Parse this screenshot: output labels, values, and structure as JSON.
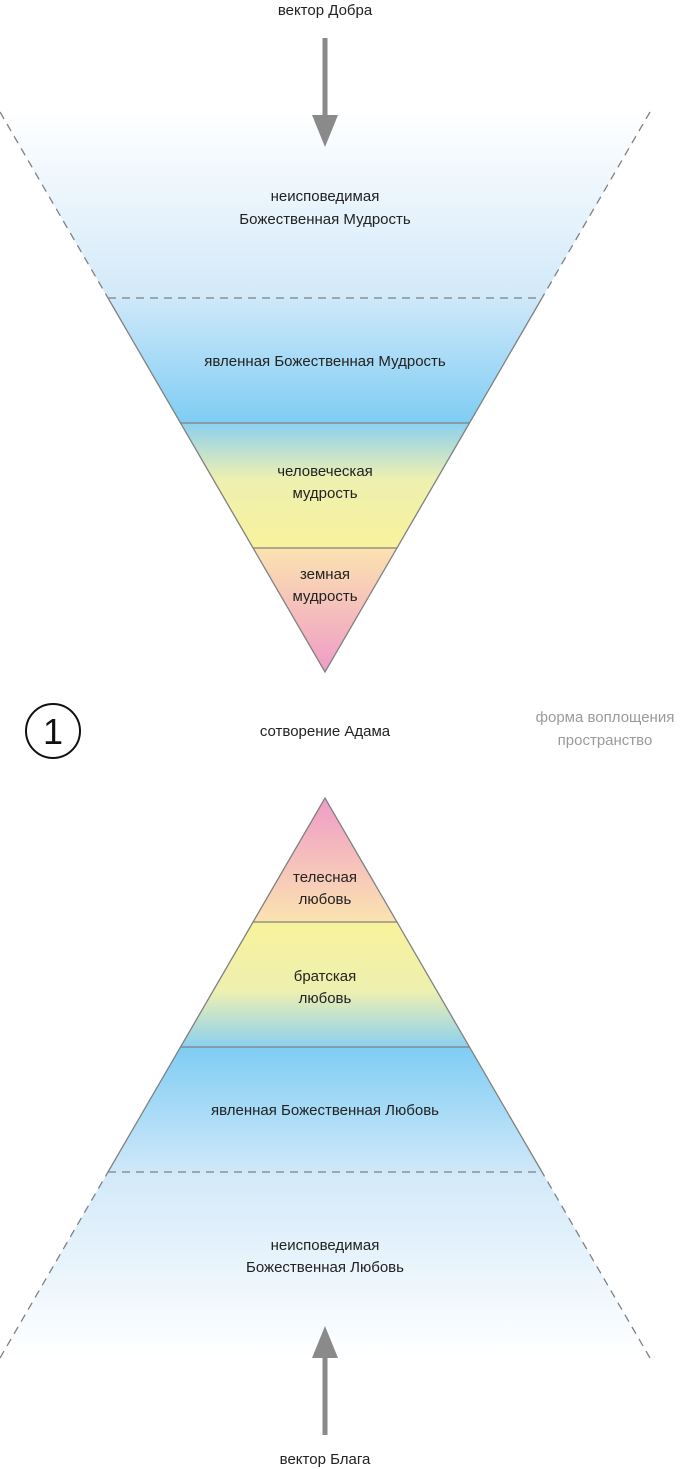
{
  "top": {
    "vector_label": "вектор Добра",
    "levels": [
      {
        "line1": "неисповедимая",
        "line2": "Божественная Мудрость"
      },
      {
        "line1": "явленная Божественная Мудрость"
      },
      {
        "line1": "человеческая",
        "line2": "мудрость"
      },
      {
        "line1": "земная",
        "line2": "мудрость"
      }
    ]
  },
  "middle": {
    "number": "1",
    "title": "сотворение Адама",
    "side_line1": "форма воплощения",
    "side_line2": "пространство"
  },
  "bottom": {
    "levels": [
      {
        "line1": "телесная",
        "line2": "любовь"
      },
      {
        "line1": "братская",
        "line2": "любовь"
      },
      {
        "line1": "явленная Божественная Любовь"
      },
      {
        "line1": "неисповедимая",
        "line2": "Божественная Любовь"
      }
    ],
    "vector_label": "вектор Блага"
  },
  "colors": {
    "blue": "#7fcdf4",
    "pale_blue": "#d4eaf9",
    "yellow": "#f6f0a0",
    "pink": "#f0a0c8",
    "lines": "#808080"
  }
}
